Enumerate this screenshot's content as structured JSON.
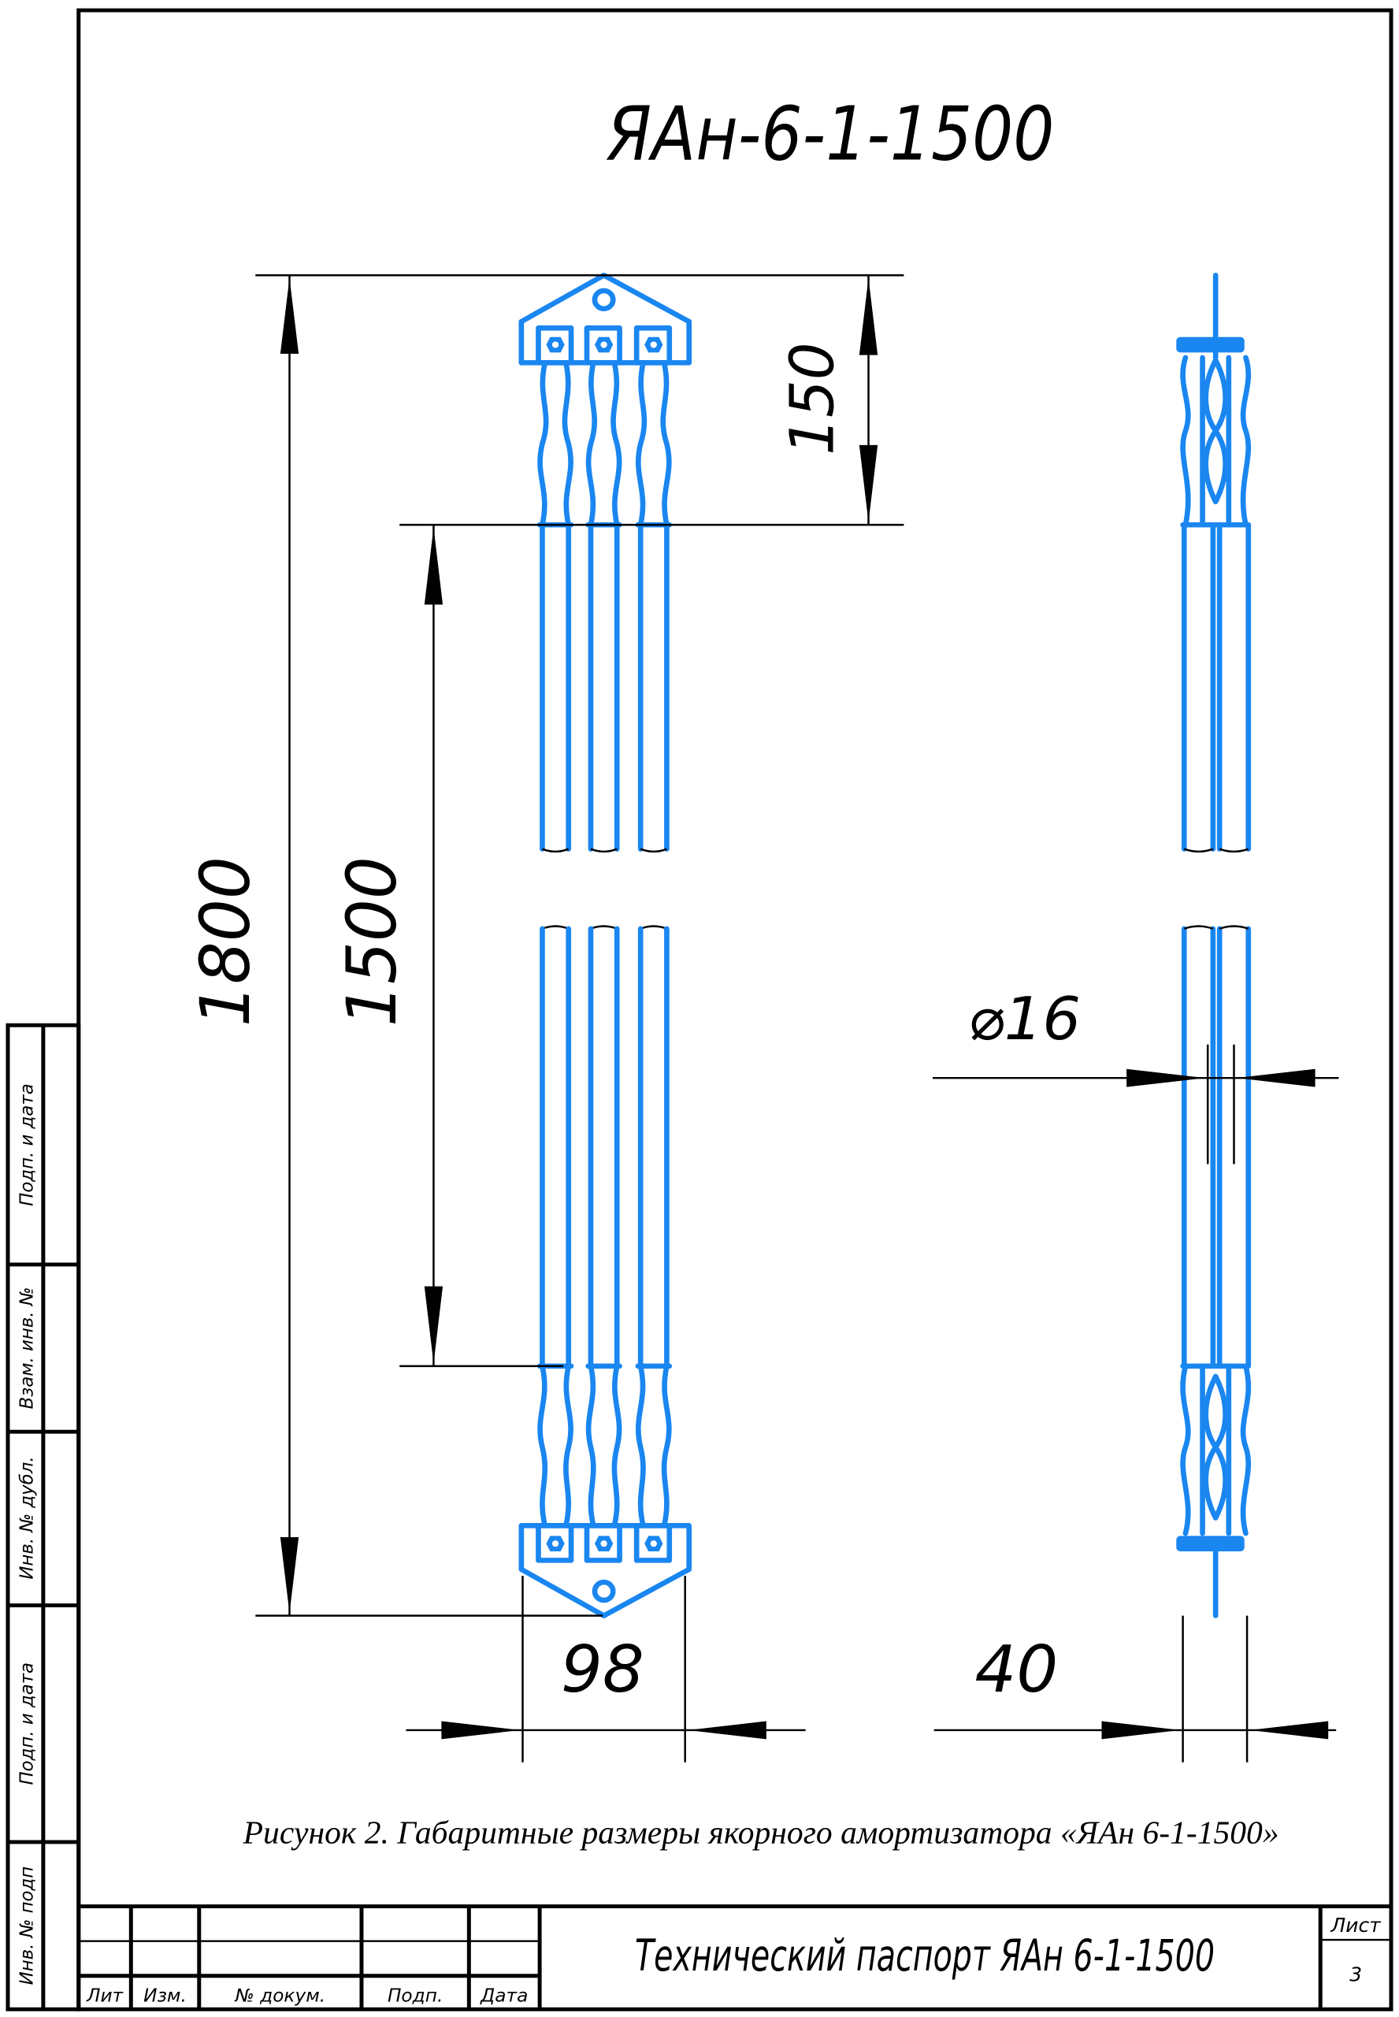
{
  "drawing": {
    "title": "ЯАн-6-1-1500",
    "dimensions": {
      "overall_length": "1800",
      "rod_length": "1500",
      "end_length": "150",
      "width": "98",
      "side_width": "40",
      "diameter": "⌀16"
    },
    "caption": "Рисунок 2. Габаритные размеры якорного амортизатора «ЯАн 6-1-1500»"
  },
  "side_stamp": [
    "Подп. и дата",
    "Взам. инв. №",
    "Инв. № дубл.",
    "Подп. и дата",
    "Инв. № подп"
  ],
  "title_block": {
    "document_title": "Технический паспорт ЯАн 6-1-1500",
    "columns": [
      "Лит",
      "Изм.",
      "№ докум.",
      "Подп.",
      "Дата"
    ],
    "sheet_label": "Лист",
    "sheet_number": "3"
  },
  "colors": {
    "part": "#1a86f0",
    "lines": "#000000"
  }
}
